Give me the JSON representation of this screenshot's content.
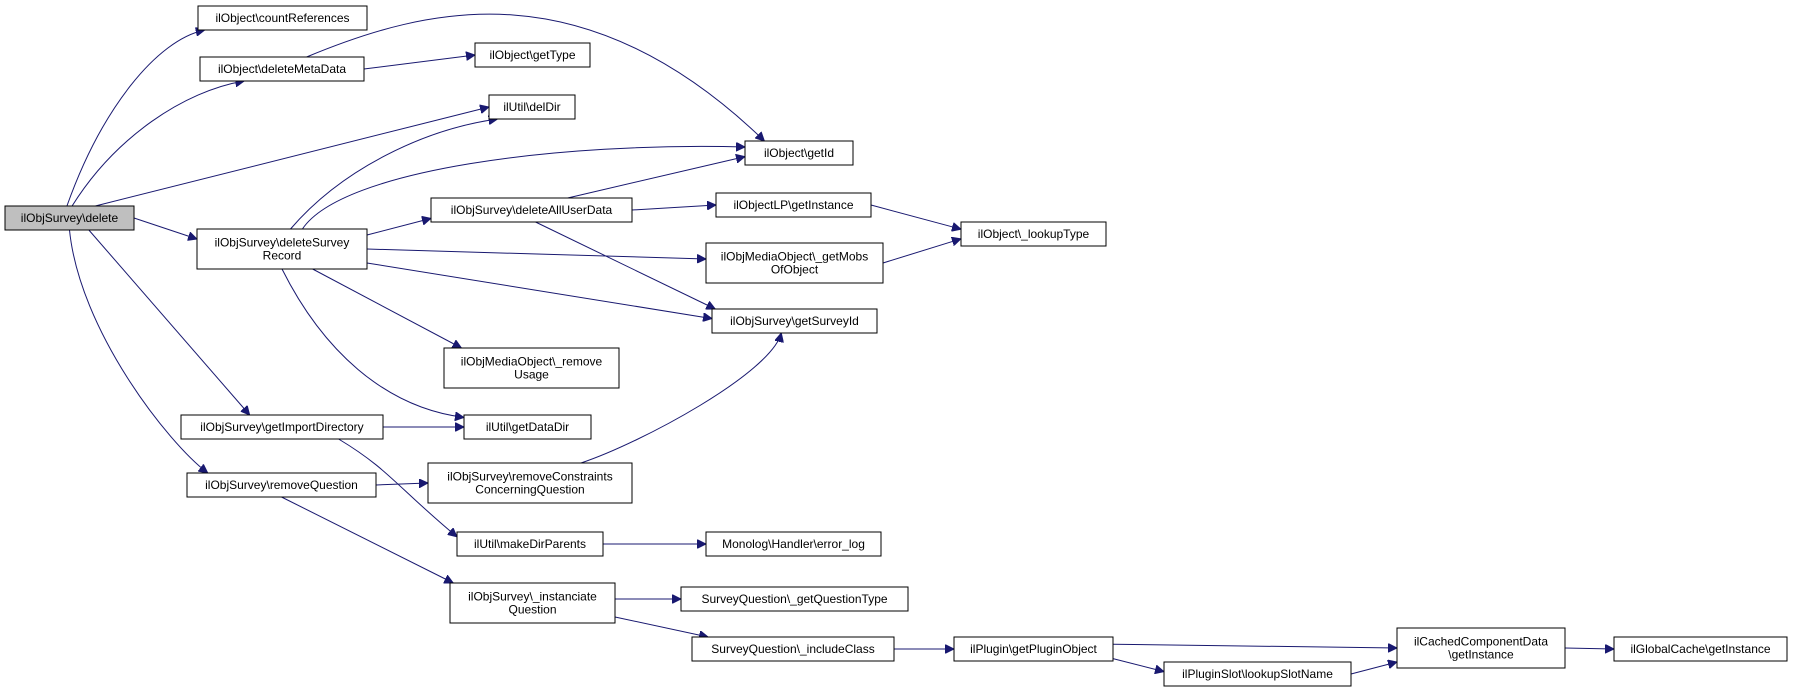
{
  "graph": {
    "nodes": [
      {
        "id": "n0",
        "lines": [
          "ilObjSurvey\\delete"
        ],
        "root": true
      },
      {
        "id": "n1",
        "lines": [
          "ilObject\\countReferences"
        ]
      },
      {
        "id": "n2",
        "lines": [
          "ilObject\\deleteMetaData"
        ]
      },
      {
        "id": "n3",
        "lines": [
          "ilObject\\getType"
        ]
      },
      {
        "id": "n4",
        "lines": [
          "ilUtil\\delDir"
        ]
      },
      {
        "id": "n5",
        "lines": [
          "ilObject\\getId"
        ]
      },
      {
        "id": "n6",
        "lines": [
          "ilObjSurvey\\deleteSurvey",
          "Record"
        ]
      },
      {
        "id": "n7",
        "lines": [
          "ilObjSurvey\\deleteAllUserData"
        ]
      },
      {
        "id": "n8",
        "lines": [
          "ilObjectLP\\getInstance"
        ]
      },
      {
        "id": "n9",
        "lines": [
          "ilObject\\_lookupType"
        ]
      },
      {
        "id": "n10",
        "lines": [
          "ilObjMediaObject\\_getMobs",
          "OfObject"
        ]
      },
      {
        "id": "n11",
        "lines": [
          "ilObjSurvey\\getSurveyId"
        ]
      },
      {
        "id": "n12",
        "lines": [
          "ilObjMediaObject\\_remove",
          "Usage"
        ]
      },
      {
        "id": "n13",
        "lines": [
          "ilObjSurvey\\getImportDirectory"
        ]
      },
      {
        "id": "n14",
        "lines": [
          "ilUtil\\getDataDir"
        ]
      },
      {
        "id": "n15",
        "lines": [
          "ilObjSurvey\\removeQuestion"
        ]
      },
      {
        "id": "n16",
        "lines": [
          "ilObjSurvey\\removeConstraints",
          "ConcerningQuestion"
        ]
      },
      {
        "id": "n17",
        "lines": [
          "ilUtil\\makeDirParents"
        ]
      },
      {
        "id": "n18",
        "lines": [
          "Monolog\\Handler\\error_log"
        ]
      },
      {
        "id": "n19",
        "lines": [
          "ilObjSurvey\\_instanciate",
          "Question"
        ]
      },
      {
        "id": "n20",
        "lines": [
          "SurveyQuestion\\_getQuestionType"
        ]
      },
      {
        "id": "n21",
        "lines": [
          "SurveyQuestion\\_includeClass"
        ]
      },
      {
        "id": "n22",
        "lines": [
          "ilPlugin\\getPluginObject"
        ]
      },
      {
        "id": "n23",
        "lines": [
          "ilPluginSlot\\lookupSlotName"
        ]
      },
      {
        "id": "n24",
        "lines": [
          "ilCachedComponentData",
          "\\getInstance"
        ]
      },
      {
        "id": "n25",
        "lines": [
          "ilGlobalCache\\getInstance"
        ]
      }
    ],
    "edges": [
      [
        "n0",
        "n1"
      ],
      [
        "n0",
        "n2"
      ],
      [
        "n0",
        "n4"
      ],
      [
        "n0",
        "n6"
      ],
      [
        "n0",
        "n13"
      ],
      [
        "n0",
        "n15"
      ],
      [
        "n2",
        "n3"
      ],
      [
        "n2",
        "n5"
      ],
      [
        "n6",
        "n4"
      ],
      [
        "n6",
        "n5"
      ],
      [
        "n6",
        "n7"
      ],
      [
        "n6",
        "n10"
      ],
      [
        "n6",
        "n11"
      ],
      [
        "n6",
        "n12"
      ],
      [
        "n6",
        "n14"
      ],
      [
        "n7",
        "n5"
      ],
      [
        "n7",
        "n8"
      ],
      [
        "n7",
        "n11"
      ],
      [
        "n8",
        "n9"
      ],
      [
        "n10",
        "n9"
      ],
      [
        "n13",
        "n14"
      ],
      [
        "n13",
        "n17"
      ],
      [
        "n15",
        "n16"
      ],
      [
        "n15",
        "n19"
      ],
      [
        "n16",
        "n11"
      ],
      [
        "n17",
        "n18"
      ],
      [
        "n19",
        "n20"
      ],
      [
        "n19",
        "n21"
      ],
      [
        "n21",
        "n22"
      ],
      [
        "n22",
        "n23"
      ],
      [
        "n22",
        "n24"
      ],
      [
        "n23",
        "n24"
      ],
      [
        "n24",
        "n25"
      ]
    ]
  }
}
